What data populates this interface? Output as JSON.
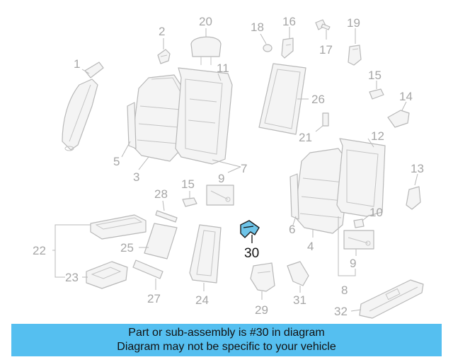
{
  "callouts": {
    "c1": "1",
    "c2": "2",
    "c3": "3",
    "c4": "4",
    "c5": "5",
    "c6": "6",
    "c7": "7",
    "c8": "8",
    "c9a": "9",
    "c9b": "9",
    "c10": "10",
    "c11": "11",
    "c12": "12",
    "c13": "13",
    "c14": "14",
    "c15a": "15",
    "c15b": "15",
    "c16": "16",
    "c17": "17",
    "c18": "18",
    "c19": "19",
    "c20": "20",
    "c21": "21",
    "c22": "22",
    "c23": "23",
    "c24": "24",
    "c25": "25",
    "c26": "26",
    "c27": "27",
    "c28": "28",
    "c29": "29",
    "c30": "30",
    "c31": "31",
    "c32": "32"
  },
  "highlight": {
    "part": "30",
    "fill_color": "#6ec4e8"
  },
  "banner": {
    "line1": "Part or sub-assembly is #30 in diagram",
    "line2": "Diagram may not be specific to your vehicle",
    "color": "#55bff0"
  }
}
